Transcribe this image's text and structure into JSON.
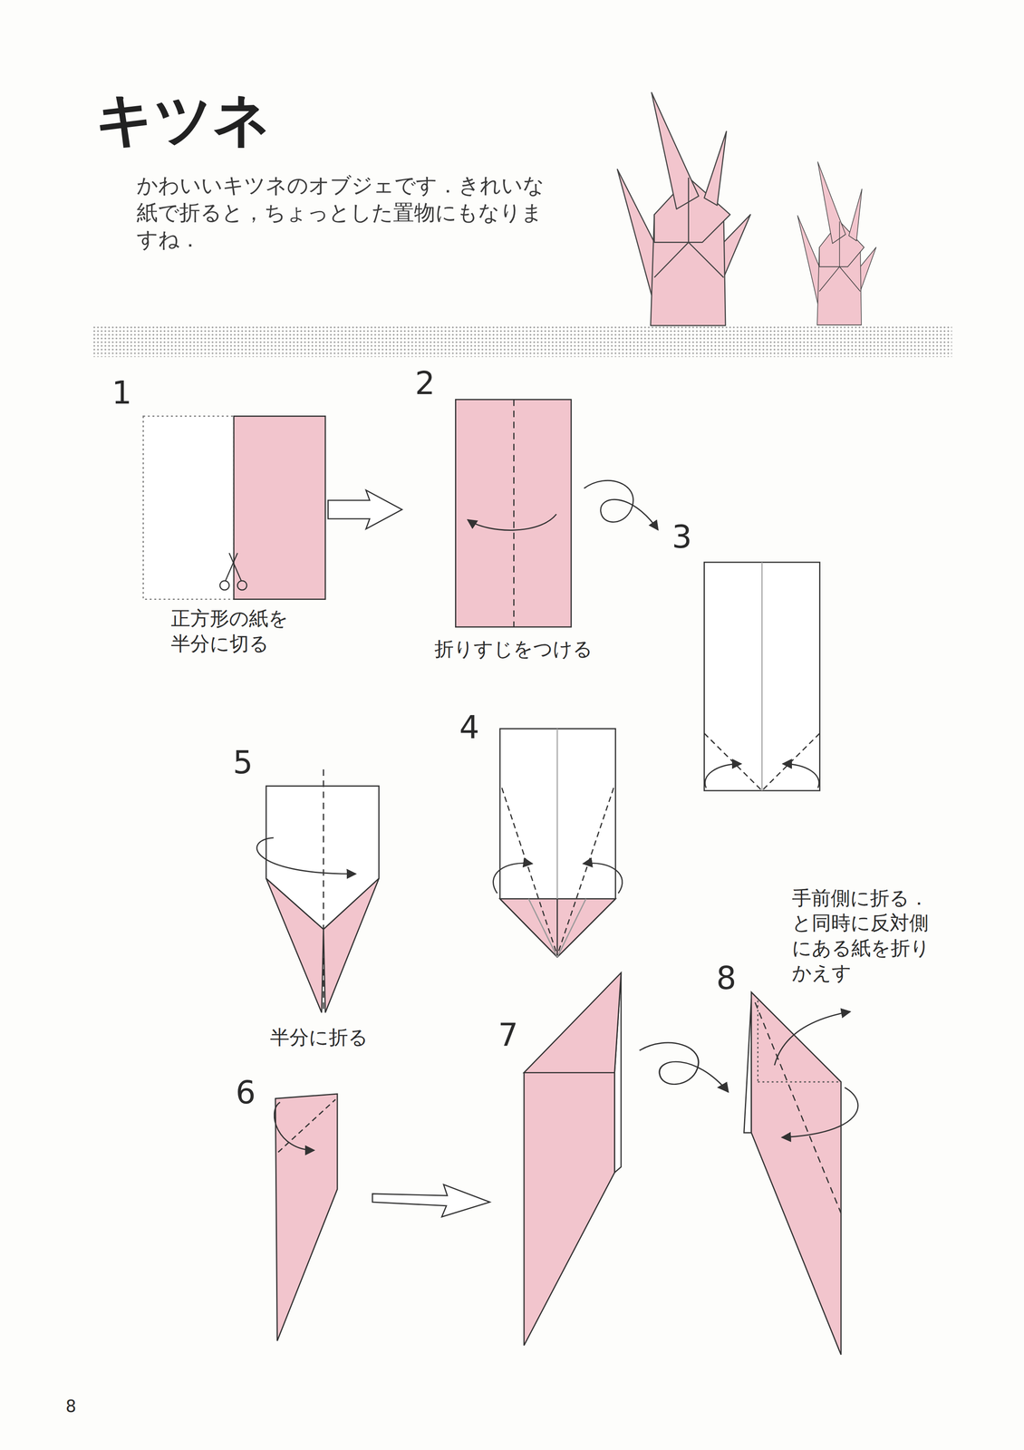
{
  "diagram": {
    "title": "キツネ",
    "labels": [
      "かわいいキツネのオブジェです．きれいな 紙で折ると，ちょっとした置物にもなりま すね．",
      "1",
      "正方形の紙を 半分に切る",
      "2",
      "折りすじをつける",
      "3",
      "4",
      "5",
      "半分に折る",
      "手前側に折る． と同時に反対側 にある紙を折り かえす",
      "8",
      "7",
      "6",
      "8"
    ]
  }
}
